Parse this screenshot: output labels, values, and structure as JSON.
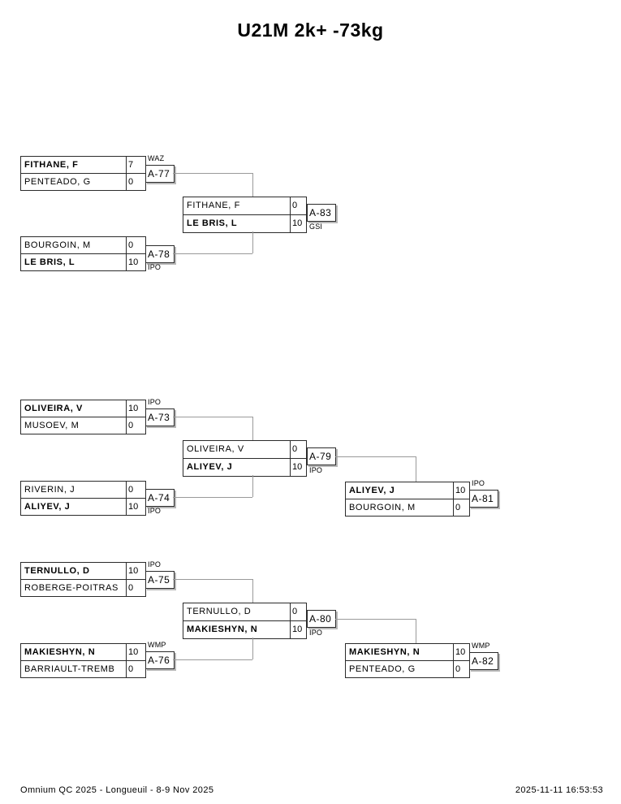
{
  "title": "U21M 2k+ -73kg",
  "footer": {
    "left": "Omnium QC 2025 - Longueuil - 8-9 Nov 2025",
    "right": "2025-11-11 16:53:53"
  },
  "result_codes_legend": [
    "WAZ",
    "IPO",
    "GSI",
    "WMP"
  ],
  "matches": [
    {
      "code": "A-77",
      "result": "WAZ",
      "p1": {
        "name": "FITHANE, F",
        "score": "7"
      },
      "p2": {
        "name": "PENTEADO, G",
        "score": "0"
      },
      "winner": "p1"
    },
    {
      "code": "A-78",
      "result": "IPO",
      "p1": {
        "name": "BOURGOIN, M",
        "score": "0"
      },
      "p2": {
        "name": "LE BRIS, L",
        "score": "10"
      },
      "winner": "p2"
    },
    {
      "code": "A-83",
      "result": "GSI",
      "p1": {
        "name": "FITHANE, F",
        "score": "0"
      },
      "p2": {
        "name": "LE BRIS, L",
        "score": "10"
      },
      "winner": "p2"
    },
    {
      "code": "A-73",
      "result": "IPO",
      "p1": {
        "name": "OLIVEIRA, V",
        "score": "10"
      },
      "p2": {
        "name": "MUSOEV, M",
        "score": "0"
      },
      "winner": "p1"
    },
    {
      "code": "A-74",
      "result": "IPO",
      "p1": {
        "name": "RIVERIN, J",
        "score": "0"
      },
      "p2": {
        "name": "ALIYEV, J",
        "score": "10"
      },
      "winner": "p2"
    },
    {
      "code": "A-79",
      "result": "IPO",
      "p1": {
        "name": "OLIVEIRA, V",
        "score": "0"
      },
      "p2": {
        "name": "ALIYEV, J",
        "score": "10"
      },
      "winner": "p2"
    },
    {
      "code": "A-81",
      "result": "IPO",
      "p1": {
        "name": "ALIYEV, J",
        "score": "10"
      },
      "p2": {
        "name": "BOURGOIN, M",
        "score": "0"
      },
      "winner": "p1"
    },
    {
      "code": "A-75",
      "result": "IPO",
      "p1": {
        "name": "TERNULLO, D",
        "score": "10"
      },
      "p2": {
        "name": "ROBERGE-POITRAS",
        "score": "0"
      },
      "winner": "p1"
    },
    {
      "code": "A-76",
      "result": "WMP",
      "p1": {
        "name": "MAKIESHYN, N",
        "score": "10"
      },
      "p2": {
        "name": "BARRIAULT-TREMB",
        "score": "0"
      },
      "winner": "p1"
    },
    {
      "code": "A-80",
      "result": "IPO",
      "p1": {
        "name": "TERNULLO, D",
        "score": "0"
      },
      "p2": {
        "name": "MAKIESHYN, N",
        "score": "10"
      },
      "winner": "p2"
    },
    {
      "code": "A-82",
      "result": "WMP",
      "p1": {
        "name": "MAKIESHYN, N",
        "score": "10"
      },
      "p2": {
        "name": "PENTEADO, G",
        "score": "0"
      },
      "winner": "p1"
    }
  ]
}
